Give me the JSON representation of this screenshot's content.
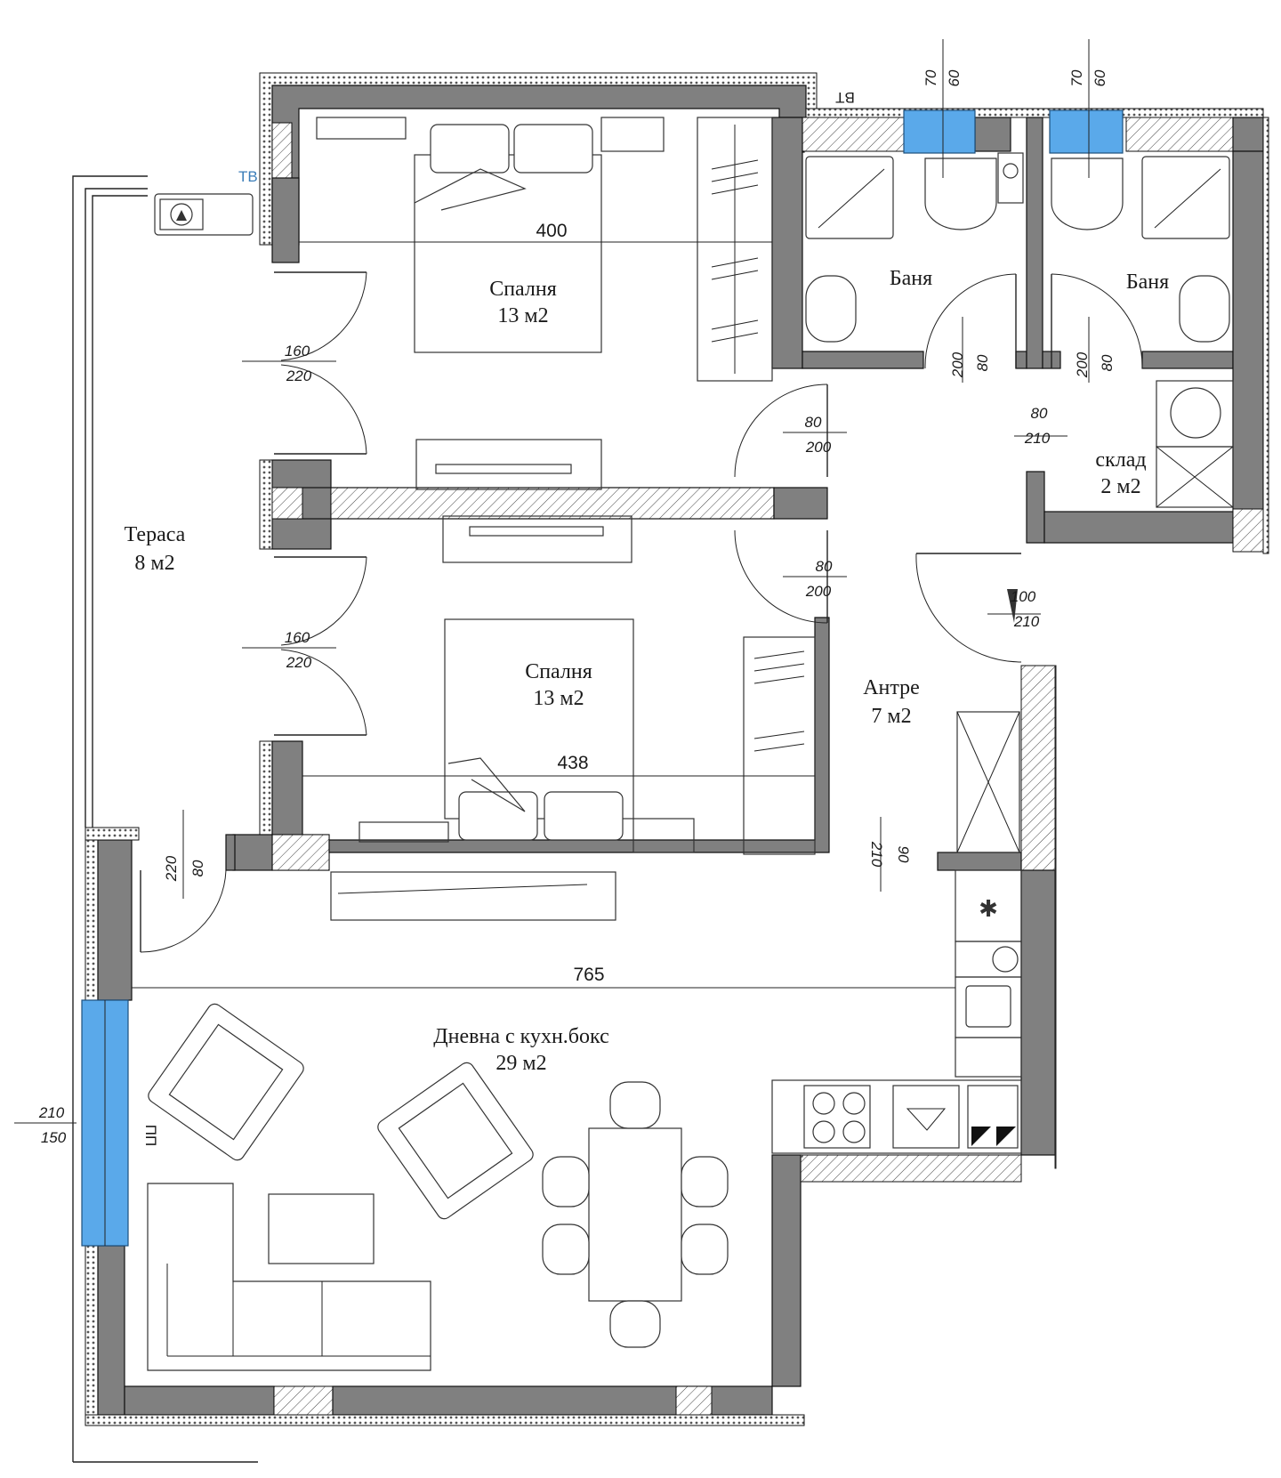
{
  "rooms": {
    "bedroom_top": {
      "name": "Спалня",
      "area": "13 м2"
    },
    "bedroom_bottom": {
      "name": "Спалня",
      "area": "13 м2"
    },
    "bath_left": {
      "name": "Баня"
    },
    "bath_right": {
      "name": "Баня"
    },
    "storage": {
      "name": "склад",
      "area": "2 м2"
    },
    "terrace": {
      "name": "Тераса",
      "area": "8 м2"
    },
    "hall": {
      "name": "Антре",
      "area": "7 м2"
    },
    "living": {
      "name": "Дневна с кухн.бокс",
      "area": "29 м2"
    }
  },
  "dimensions": {
    "bedroom_top_width": "400",
    "bedroom_bottom_width": "438",
    "living_width": "765"
  },
  "openings": {
    "win_bed_top": {
      "w": "160",
      "h": "220"
    },
    "win_bed_bottom": {
      "w": "160",
      "h": "220"
    },
    "door_bed_top": {
      "w": "80",
      "h": "200"
    },
    "door_bed_bottom": {
      "w": "80",
      "h": "200"
    },
    "door_bath_left": {
      "a": "200",
      "b": "80"
    },
    "door_bath_right": {
      "a": "200",
      "b": "80"
    },
    "door_storage": {
      "w": "80",
      "h": "210"
    },
    "door_entrance": {
      "w": "100",
      "h": "210"
    },
    "hall_opening": {
      "a": "90",
      "b": "210"
    },
    "door_terrace": {
      "a": "220",
      "b": "80"
    },
    "win_living": {
      "w": "210",
      "h": "150"
    },
    "vent_bath_left": {
      "a": "70",
      "b": "60"
    },
    "vent_bath_right": {
      "a": "70",
      "b": "60"
    }
  },
  "tags": {
    "bt_roof": "BT",
    "bt_terrace": "ТВ",
    "heater": "ПП"
  }
}
